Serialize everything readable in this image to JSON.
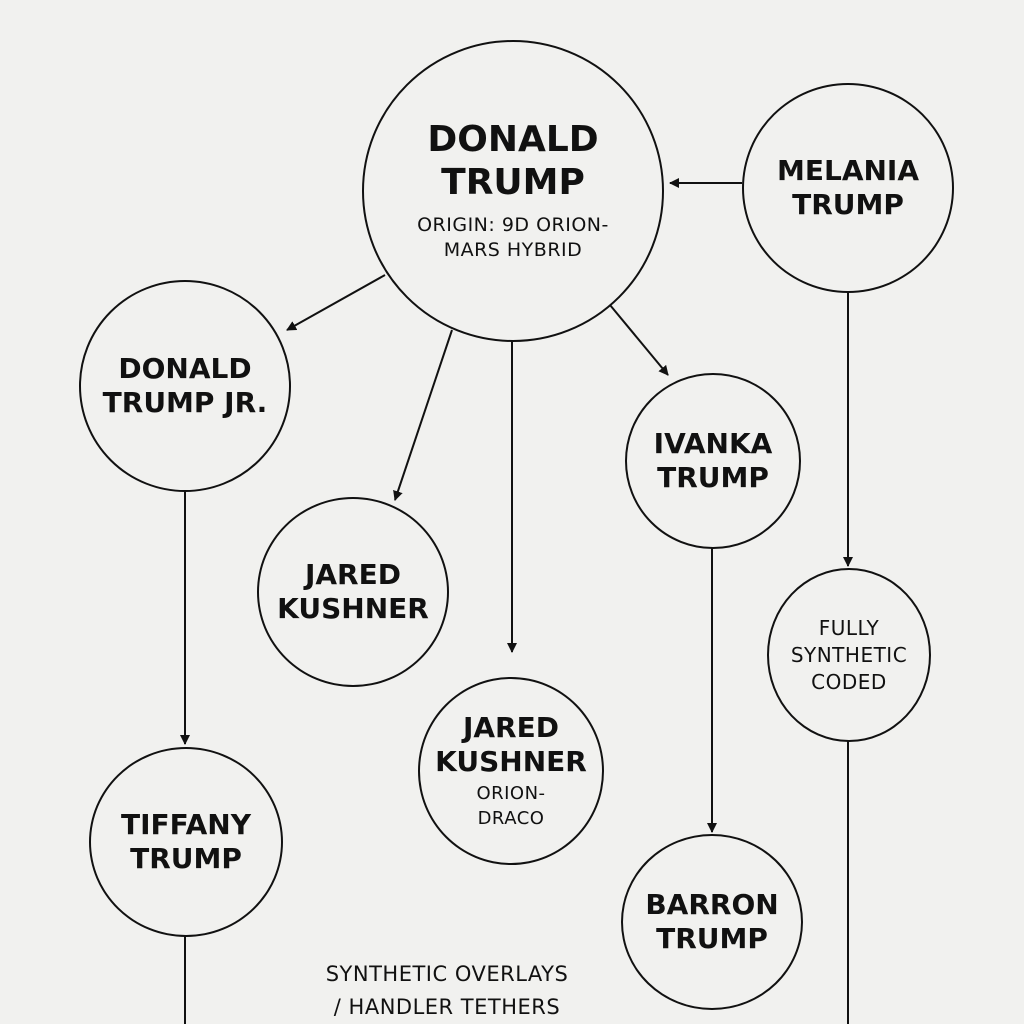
{
  "nodes": {
    "donald": {
      "name": "DONALD\nTRUMP",
      "sub": "ORIGIN: 9D ORION-\nMARS HYBRID"
    },
    "melania": {
      "name": "MELANIA\nTRUMP"
    },
    "jr": {
      "name": "DONALD\nTRUMP JR."
    },
    "ivanka": {
      "name": "IVANKA\nTRUMP"
    },
    "jared1": {
      "name": "JARED\nKUSHNER"
    },
    "synthetic": {
      "name": "FULLY\nSYNTHETIC\nCODED"
    },
    "jared2": {
      "name": "JARED\nKUSHNER",
      "sub": "ORION-\nDRACO"
    },
    "tiffany": {
      "name": "TIFFANY\nTRUMP"
    },
    "barron": {
      "name": "BARRON\nTRUMP"
    }
  },
  "footer": "SYNTHETIC OVERLAYS\n/ HANDLER TETHERS"
}
